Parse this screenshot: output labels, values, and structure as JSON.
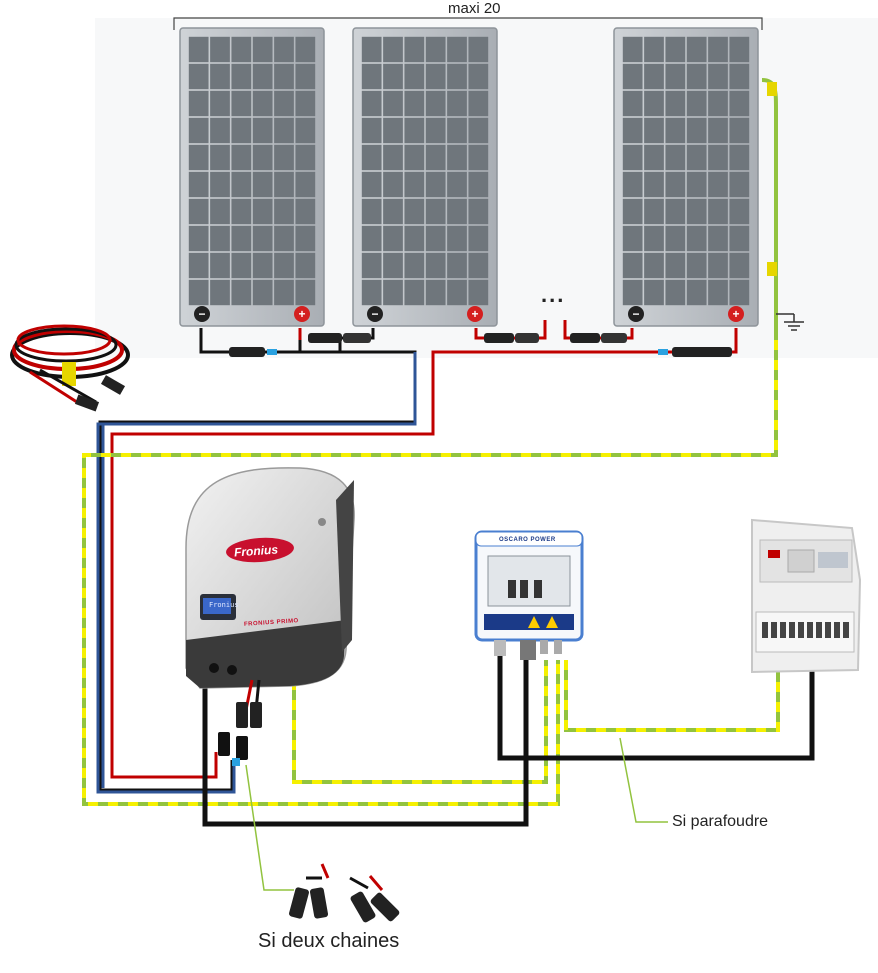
{
  "array": {
    "count_label": "maxi 20",
    "ellipsis": "...",
    "negative_symbol": "−",
    "positive_symbol": "+"
  },
  "inverter": {
    "brand": "Fronius",
    "model": "FRONIUS PRIMO",
    "screen_text": "Fronius"
  },
  "dc_box": {
    "brand": "OSCARO POWER"
  },
  "annotations": {
    "surge_protector": "Si parafoudre",
    "two_strings": "Si deux chaines"
  },
  "colors": {
    "positive": "#c00000",
    "negative_loop": "#2f5597",
    "negative": "#111111",
    "earth_green": "#92c33f",
    "earth_yellow": "#f5f000",
    "panel_frame": "#b7bcc2",
    "cell": "#6f767c"
  },
  "icons": [
    "minus-terminal-icon",
    "plus-terminal-icon",
    "ground-symbol-icon",
    "mc4-connector-icon",
    "cable-coil-icon",
    "warning-icon"
  ]
}
